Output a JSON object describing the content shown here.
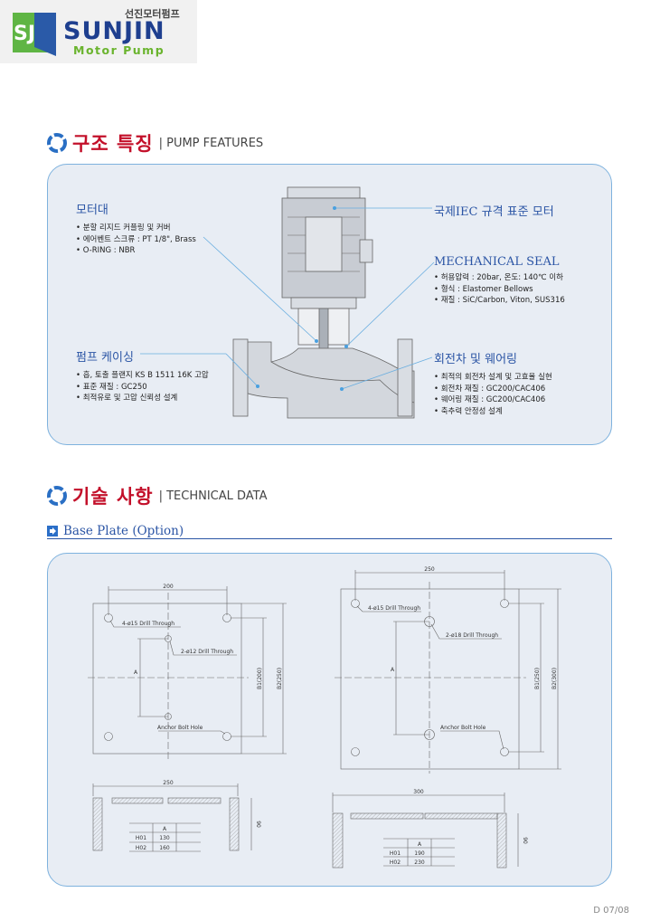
{
  "logo": {
    "korean": "선진모터펌프",
    "brand": "SUNJIN",
    "sub": "Motor Pump",
    "mark": "SJ"
  },
  "features": {
    "title_ko": "구조 특징",
    "title_en": "| PUMP FEATURES",
    "motor_base": {
      "title": "모터대",
      "items": [
        "분할 리지드 커플링 및 커버",
        "에어벤트 스크류 : PT 1/8\", Brass",
        "O-RING : NBR"
      ]
    },
    "casing": {
      "title": "펌프 케이싱",
      "items": [
        "흡, 토출 플랜지 KS B 1511 16K 고압",
        "표준 재질 : GC250",
        "최적유로 및 고압 신뢰성 설계"
      ]
    },
    "motor": {
      "title": "국제IEC 규격 표준 모터"
    },
    "seal": {
      "title": "MECHANICAL SEAL",
      "items": [
        "허용압력 : 20bar, 온도: 140℃ 이하",
        "형식 : Elastomer Bellows",
        "재질 : SiC/Carbon, Viton, SUS316"
      ]
    },
    "impeller": {
      "title": "회전차 및 웨어링",
      "items": [
        "최적의 회전차 설계 및 고효율 실현",
        "회전차 재질 : GC200/CAC406",
        "웨어링 재질 : GC200/CAC406",
        "축추력 안정성 설계"
      ]
    }
  },
  "technical": {
    "title_ko": "기술 사항",
    "title_en": "| TECHNICAL DATA",
    "subsection": "Base Plate (Option)"
  },
  "plate_small": {
    "width": "200",
    "drill4": "4-ø15 Drill Through",
    "drill2": "2-ø12 Drill Through",
    "a": "A",
    "b1": "B1(200)",
    "b2": "B2(250)",
    "anchor": "Anchor Bolt Hole",
    "side_width": "250",
    "height": "90",
    "table": {
      "header": "A",
      "rows": [
        [
          "H01",
          "130"
        ],
        [
          "H02",
          "160"
        ]
      ]
    }
  },
  "plate_large": {
    "width": "250",
    "drill4": "4-ø15 Drill Through",
    "drill2": "2-ø18 Drill Through",
    "a": "A",
    "b1": "B1(250)",
    "b2": "B2(300)",
    "anchor": "Anchor Bolt Hole",
    "side_width": "300",
    "height": "90",
    "table": {
      "header": "A",
      "rows": [
        [
          "H01",
          "190"
        ],
        [
          "H02",
          "230"
        ]
      ]
    }
  },
  "footer": {
    "page": "D 07/08"
  }
}
